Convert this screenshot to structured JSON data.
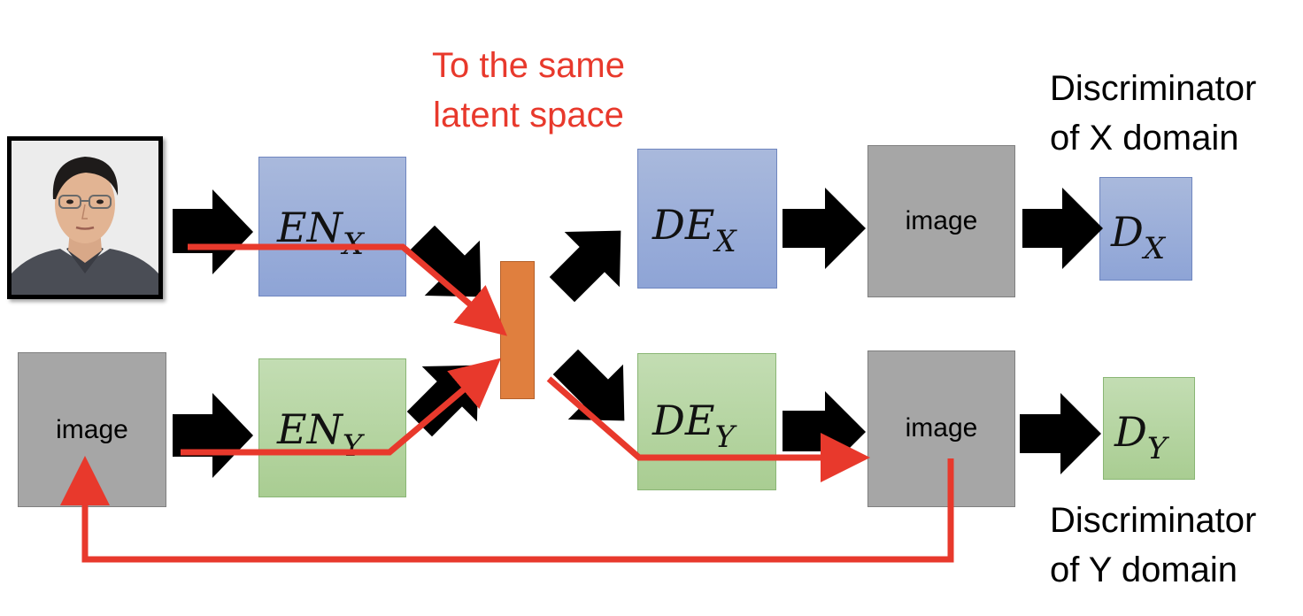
{
  "caption": {
    "line1": "To the same",
    "line2": "latent space"
  },
  "discriminator_x": {
    "line1": "Discriminator",
    "line2": "of X domain"
  },
  "discriminator_y": {
    "line1": "Discriminator",
    "line2": "of Y domain"
  },
  "boxes": {
    "en_x": {
      "main": "EN",
      "sub": "X"
    },
    "en_y": {
      "main": "EN",
      "sub": "Y"
    },
    "de_x": {
      "main": "DE",
      "sub": "X"
    },
    "de_y": {
      "main": "DE",
      "sub": "Y"
    },
    "d_x": {
      "main": "D",
      "sub": "X"
    },
    "d_y": {
      "main": "D",
      "sub": "Y"
    },
    "input_y_image": "image",
    "out_x_image": "image",
    "out_y_image": "image"
  },
  "colors": {
    "encoder_x": "#8ea4d6",
    "encoder_y": "#a9cd92",
    "latent": "#e07f3e",
    "image_box": "#a6a6a6",
    "red_path": "#e8392c"
  }
}
